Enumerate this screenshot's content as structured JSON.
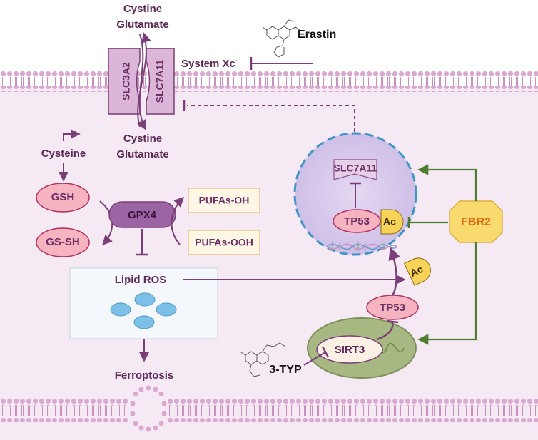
{
  "colors": {
    "cytoplasm": "#f5e9f4",
    "membrane_head": "#d9a9d0",
    "membrane_tail": "#c98fbf",
    "purple_arrow": "#7b3f77",
    "green_arrow": "#4e7d2e",
    "transporter": "#dcb6d8",
    "nucleus": "#d9cbec",
    "nucleus_border": "#3f95c4",
    "pink_oval": "#f6b3c0",
    "gpx4": "#9a64a5",
    "fbr2": "#f8da6f",
    "ac": "#f8d35a",
    "mito": "#a8b882",
    "ros_drop": "#7cc0e8"
  },
  "icons": [
    "erastin-structure-icon",
    "3-typ-structure-icon",
    "dna-helix-icon",
    "mitochondrion-icon"
  ],
  "labels": {
    "cystine_top": "Cystine",
    "glutamate_top": "Glutamate",
    "cystine_bottom": "Cystine",
    "glutamate_bottom": "Glutamate",
    "slc3a2": "SLC3A2",
    "slc7a11_membrane": "SLC7A11",
    "system_xc": "System Xc",
    "system_xc_sup": "-",
    "erastin": "Erastin",
    "cysteine": "Cysteine",
    "gsh": "GSH",
    "gssh": "GS-SH",
    "gpx4": "GPX4",
    "pufas_oh": "PUFAs-OH",
    "pufas_ooh": "PUFAs-OOH",
    "lipid_ros": "Lipid ROS",
    "ferroptosis": "Ferroptosis",
    "slc7a11_nucleus": "SLC7A11",
    "tp53_nucleus": "TP53",
    "ac_nucleus": "Ac",
    "ac_free": "Ac",
    "tp53_cyto": "TP53",
    "fbr2": "FBR2",
    "sirt3": "SIRT3",
    "three_typ": "3-TYP"
  }
}
